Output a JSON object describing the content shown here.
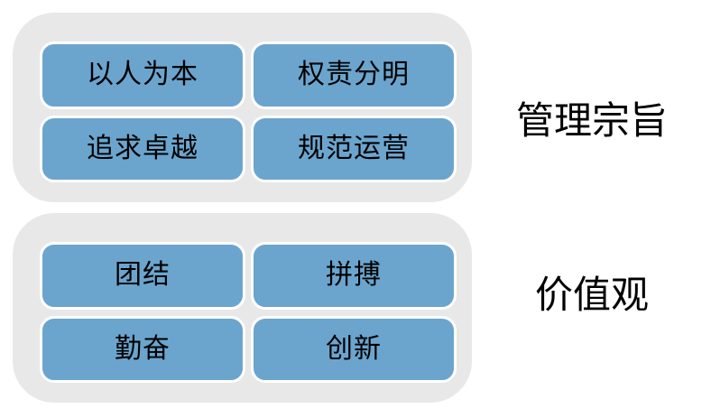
{
  "canvas": {
    "background": "#FFFFFF"
  },
  "colors": {
    "panel_fill": "#E8E8E9",
    "box_fill": "#6BA5CE",
    "box_border": "#FFFFFF",
    "text": "#000000"
  },
  "groups": [
    {
      "label": "管理宗旨",
      "items": [
        "以人为本",
        "权责分明",
        "追求卓越",
        "规范运营"
      ]
    },
    {
      "label": "价值观",
      "items": [
        "团结",
        "拼搏",
        "勤奋",
        "创新"
      ]
    }
  ]
}
